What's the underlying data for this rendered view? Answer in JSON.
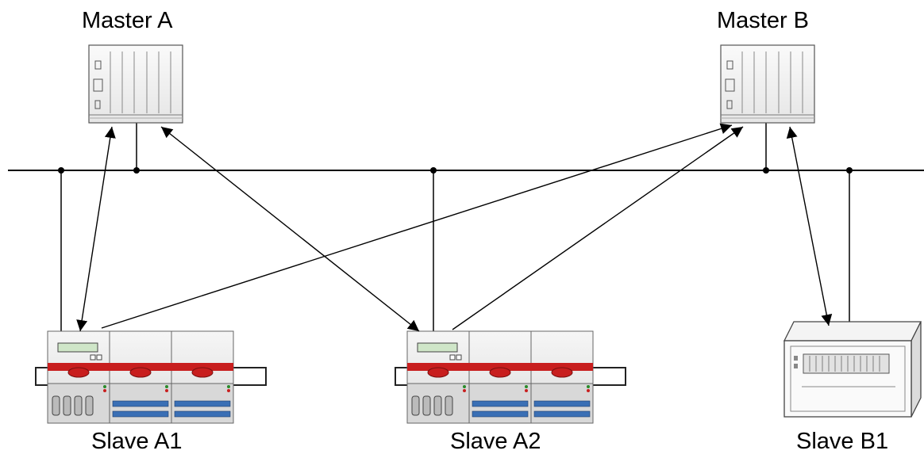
{
  "nodes": {
    "master_a": {
      "label": "Master A"
    },
    "master_b": {
      "label": "Master B"
    },
    "slave_a1": {
      "label": "Slave A1"
    },
    "slave_a2": {
      "label": "Slave A2"
    },
    "slave_b1": {
      "label": "Slave B1"
    }
  },
  "connections": [
    {
      "from": "master_a",
      "to": "slave_a1",
      "type": "bidirectional"
    },
    {
      "from": "master_a",
      "to": "slave_a2",
      "type": "bidirectional"
    },
    {
      "from": "slave_a1",
      "to": "master_b",
      "type": "directed"
    },
    {
      "from": "slave_a2",
      "to": "master_b",
      "type": "directed"
    },
    {
      "from": "master_b",
      "to": "slave_b1",
      "type": "bidirectional"
    }
  ],
  "colors": {
    "line": "#000000",
    "accent_red": "#c81e1e",
    "device_body": "#f2f2f2",
    "display_green": "#cfe6c8",
    "io_blue": "#3a6fb5"
  }
}
